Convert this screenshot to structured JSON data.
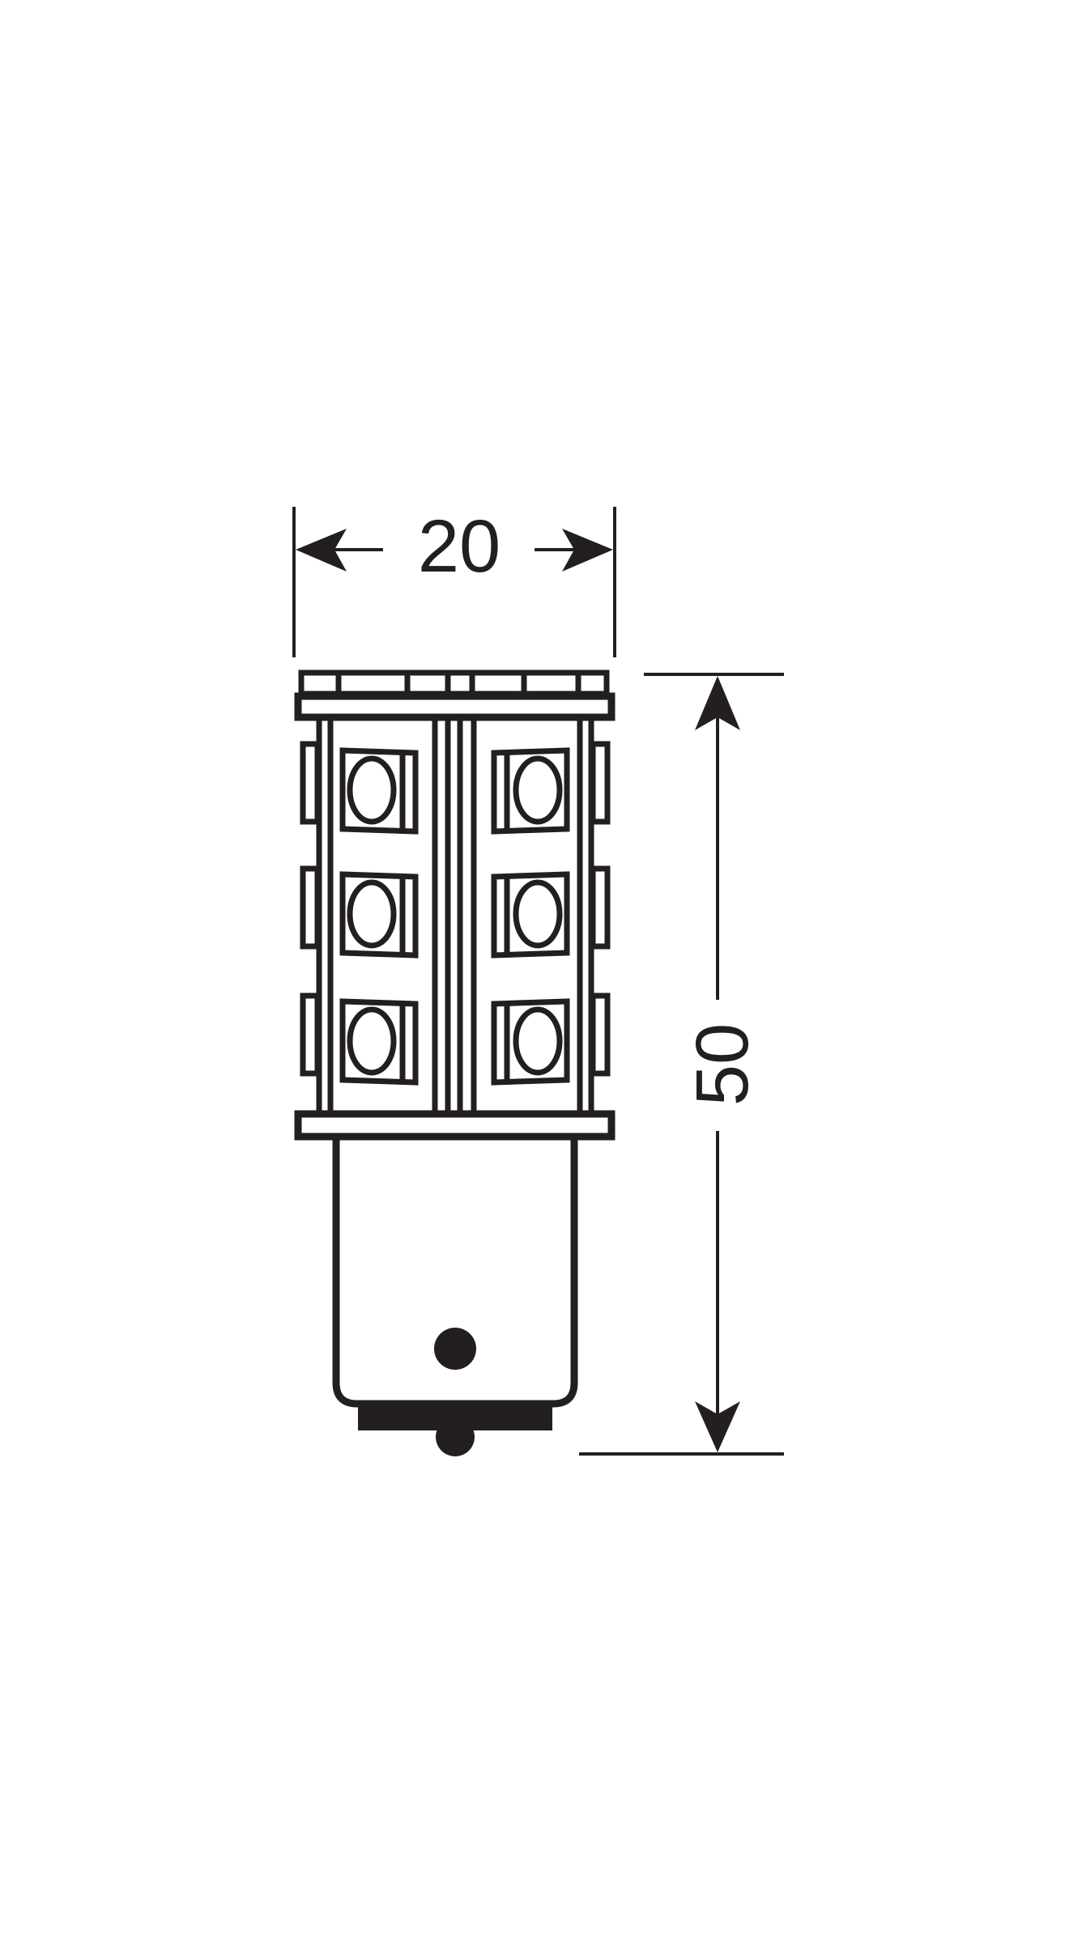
{
  "drawing": {
    "subject": "LED bulb technical drawing",
    "colors": {
      "line": "#231f20",
      "background": "#ffffff"
    },
    "dimensions": {
      "width": {
        "value": "20",
        "orientation": "horizontal"
      },
      "height": {
        "value": "50",
        "orientation": "vertical"
      }
    },
    "led_chips": {
      "rows": 3,
      "columns": 2
    }
  }
}
